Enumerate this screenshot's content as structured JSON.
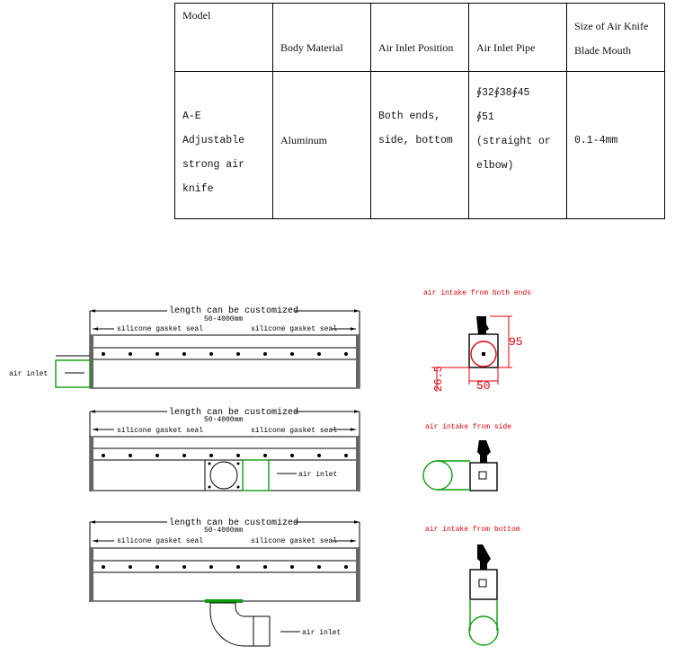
{
  "table": {
    "headers": [
      "Model",
      "Body Material",
      "Air Inlet Position",
      "Air Inlet Pipe",
      "Size of Air Knife Blade Mouth"
    ],
    "row": {
      "model": [
        "A-E Adjustable",
        "strong air",
        "knife"
      ],
      "material": "Aluminum",
      "inlet_position": [
        "Both ends,",
        "side, bottom"
      ],
      "inlet_pipe": [
        "∮32∮38∮45",
        "∮51",
        "(straight or",
        "elbow)"
      ],
      "blade_mouth": "0.1-4mm"
    }
  },
  "diagrams": {
    "length_label": "length can be customized",
    "length_range": "50-4000mm",
    "seal_label": "silicone gasket seal",
    "air_inlet_label": "air inlet",
    "titles": {
      "both_ends": "air intake from both ends",
      "side": "air intake from side",
      "bottom": "air intake from bottom"
    },
    "dims": {
      "height": "95",
      "width": "50",
      "offset": "26.5"
    },
    "colors": {
      "red": "#e8000b",
      "green": "#0a9e0a",
      "black": "#000000"
    }
  }
}
